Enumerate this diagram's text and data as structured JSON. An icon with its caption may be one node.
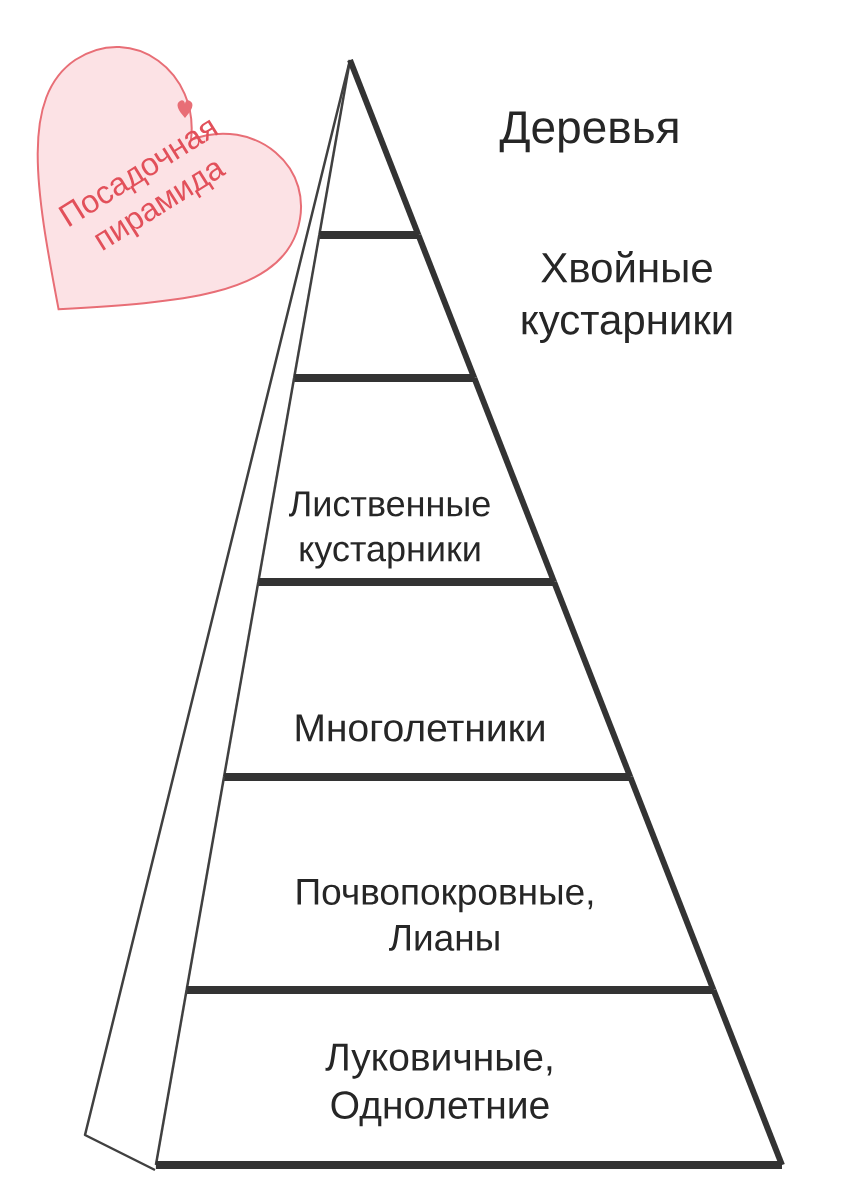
{
  "diagram": {
    "nodes": [
      {
        "text": [
          "Посадочная пирамида"
        ]
      },
      {
        "text": [
          "Деревья"
        ]
      },
      {
        "text": [
          "Хвойные кустарники"
        ]
      },
      {
        "text": [
          "Лиственные кустарники"
        ]
      },
      {
        "text": [
          "Многолетники"
        ]
      },
      {
        "text": [
          "Почвопокровные, Лианы"
        ]
      },
      {
        "text": [
          "Луковичные, Однолетние"
        ]
      }
    ]
  }
}
